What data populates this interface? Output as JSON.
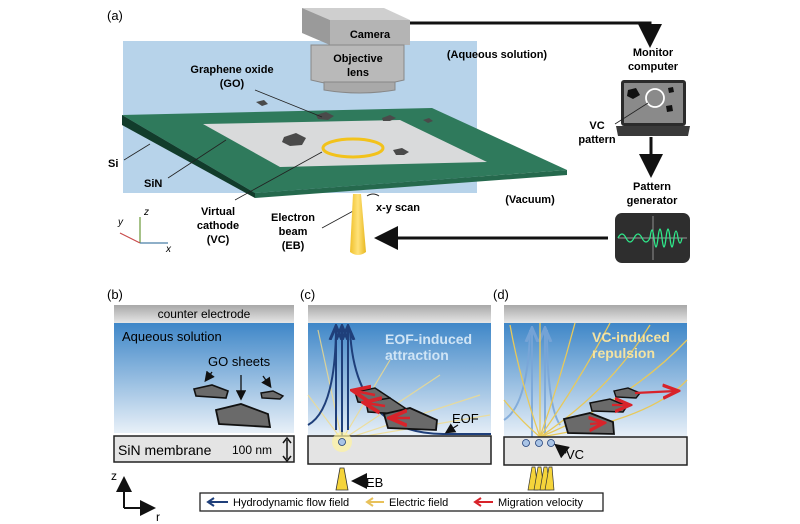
{
  "panel_a": {
    "label": "(a)",
    "camera": "Camera",
    "objective_line1": "Objective",
    "objective_line2": "lens",
    "aqueous": "(Aqueous solution)",
    "vacuum": "(Vacuum)",
    "go_line1": "Graphene oxide",
    "go_line2": "(GO)",
    "si": "Si",
    "sin": "SiN",
    "vc_line1": "Virtual",
    "vc_line2": "cathode",
    "vc_line3": "(VC)",
    "eb_line1": "Electron",
    "eb_line2": "beam",
    "eb_line3": "(EB)",
    "scan": "x-y scan",
    "monitor_line1": "Monitor",
    "monitor_line2": "computer",
    "vcpattern_line1": "VC",
    "vcpattern_line2": "pattern",
    "patgen_line1": "Pattern",
    "patgen_line2": "generator",
    "axis_x": "x",
    "axis_y": "y",
    "axis_z": "z"
  },
  "panel_b": {
    "label": "(b)",
    "counter_electrode": "counter electrode",
    "aqueous": "Aqueous solution",
    "go_sheets": "GO sheets",
    "membrane": "SiN membrane",
    "thickness": "100 nm",
    "axis_z": "z",
    "axis_r": "r"
  },
  "panel_c": {
    "label": "(c)",
    "title_line1": "EOF-induced",
    "title_line2": "attraction",
    "eof": "EOF",
    "eb": "EB",
    "electron": "e"
  },
  "panel_d": {
    "label": "(d)",
    "title_line1": "VC-induced",
    "title_line2": "repulsion",
    "vc": "VC",
    "electron": "e"
  },
  "legend": {
    "items": [
      {
        "label": "Hydrodynamic flow field",
        "color": "#1f3f7a"
      },
      {
        "label": "Electric field",
        "color": "#e8c15a"
      },
      {
        "label": "Migration velocity",
        "color": "#d8232a"
      }
    ]
  },
  "colors": {
    "substrate_green": "#2f7a5c",
    "solution_blue": "#b7d3ea",
    "vc_ring": "#f2c21b",
    "beam_yellow": "#f5cf3d"
  }
}
